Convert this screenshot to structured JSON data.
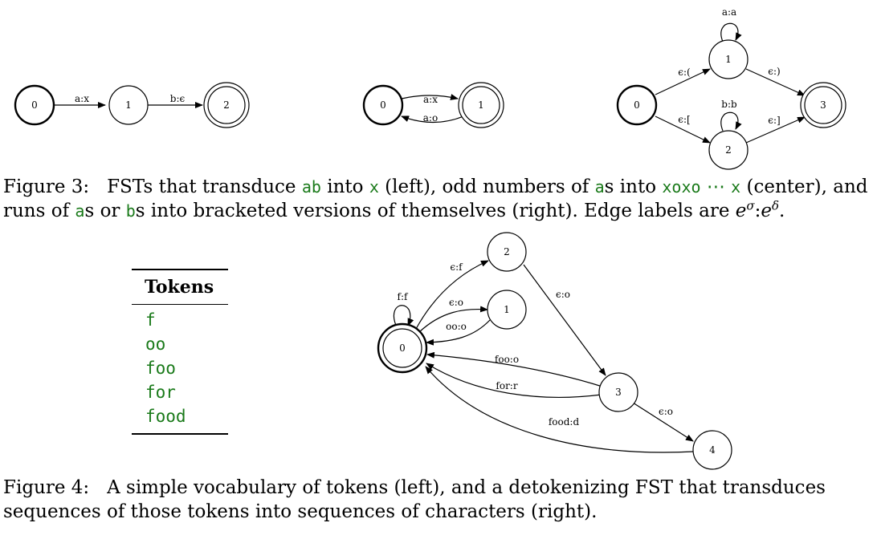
{
  "fig3": {
    "left": {
      "states": [
        "0",
        "1",
        "2"
      ],
      "edges": [
        "a:x",
        "b:ϵ"
      ]
    },
    "center": {
      "states": [
        "0",
        "1"
      ],
      "edges": [
        "a:x",
        "a:o"
      ]
    },
    "right": {
      "states": [
        "0",
        "1",
        "2",
        "3"
      ],
      "edges": [
        "a:a",
        "ϵ:(",
        "ϵ:)",
        "b:b",
        "ϵ:[",
        "ϵ:]"
      ]
    },
    "caption": {
      "label": "Figure 3:",
      "t1": "FSTs that transduce",
      "c_ab": "ab",
      "t2": "into",
      "c_x": "x",
      "t3": "(left), odd numbers of",
      "c_a": "a",
      "t4": "s into",
      "c_xoxo": "xoxo",
      "t5": "⋯",
      "c_x2": "x",
      "t6": "(center), and",
      "t7": "runs of",
      "c_a2": "a",
      "t8": "s or",
      "c_b": "b",
      "t9": "s into bracketed versions of themselves (right). Edge labels are",
      "m_e1": "e",
      "m_sigma": "σ",
      "m_colon": ":",
      "m_e2": "e",
      "m_delta": "δ",
      "t10": "."
    }
  },
  "fig4": {
    "table": {
      "header": "Tokens",
      "rows": [
        "f",
        "oo",
        "foo",
        "for",
        "food"
      ]
    },
    "fst": {
      "states": [
        "0",
        "1",
        "2",
        "3",
        "4"
      ],
      "edges": [
        "f:f",
        "ϵ:f",
        "ϵ:o",
        "oo:o",
        "ϵ:o",
        "foo:o",
        "for:r",
        "ϵ:o",
        "food:d"
      ]
    },
    "caption": {
      "label": "Figure 4:",
      "line1": "A simple vocabulary of tokens (left), and a detokenizing FST that transduces",
      "line2": "sequences of those tokens into sequences of characters (right)."
    }
  }
}
